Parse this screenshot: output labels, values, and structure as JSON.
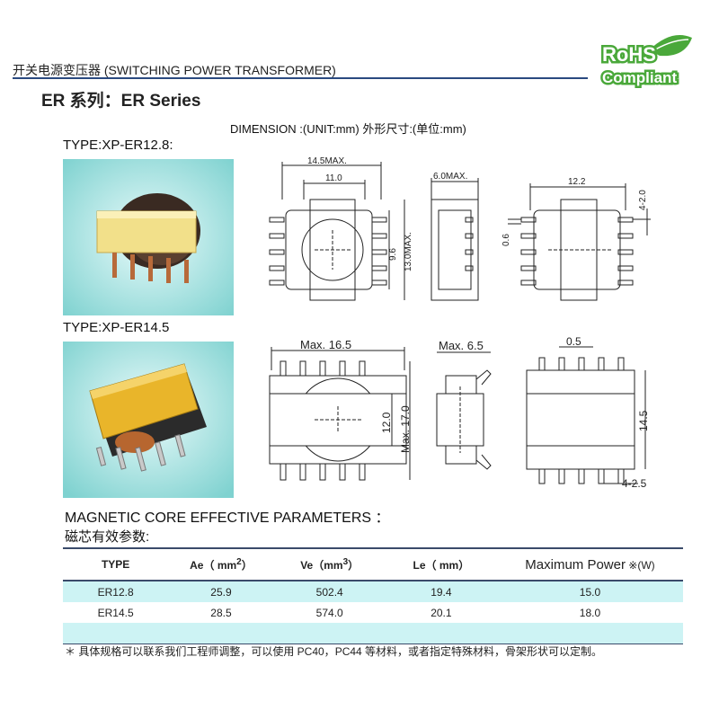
{
  "header": {
    "title": "开关电源变压器 (SWITCHING POWER TRANSFORMER)",
    "series": "ER 系列：ER Series",
    "dimension": "DIMENSION :(UNIT:mm)  外形尺寸:(单位:mm)"
  },
  "logo": {
    "line1": "RoHS",
    "line2": "Compliant"
  },
  "types": [
    {
      "label": "TYPE:XP-ER12.8:",
      "dims": {
        "width_max": "14.5MAX.",
        "core": "11.0",
        "height": "9.6",
        "height_max": "13.0MAX.",
        "side_max": "6.0MAX.",
        "right_width": "12.2",
        "pitch": "4-2.0",
        "pin": "0.6"
      }
    },
    {
      "label": "TYPE:XP-ER14.5",
      "dims": {
        "width_max": "Max. 16.5",
        "core": "12.0",
        "height_max": "Max. 17.0",
        "side_max": "Max. 6.5",
        "pin": "0.5",
        "right_height": "14.5",
        "pitch": "4-2.5"
      }
    }
  ],
  "params": {
    "heading_en": "MAGNETIC CORE EFFECTIVE PARAMETERS ：",
    "heading_cn": "磁芯有效参数:",
    "columns": [
      "TYPE",
      "Ae（ mm",
      "Ve（mm",
      "Le（ mm）",
      "Maximum Power"
    ],
    "col_sup": [
      "",
      "2",
      "3",
      "",
      ""
    ],
    "col_suffix": [
      "",
      "）",
      "）",
      "",
      " ※(W)"
    ],
    "rows": [
      [
        "ER12.8",
        "25.9",
        "502.4",
        "19.4",
        "15.0"
      ],
      [
        "ER14.5",
        "28.5",
        "574.0",
        "20.1",
        "18.0"
      ],
      [
        "",
        "",
        "",
        "",
        ""
      ]
    ]
  },
  "note": "＊ 具体规格可以联系我们工程师调整，可以使用 PC40，PC44 等材料，或者指定特殊材料，骨架形状可以定制。",
  "colors": {
    "accent": "#2a4a80",
    "row_cyan": "#cdf3f4",
    "logo_green": "#4aa83a"
  }
}
